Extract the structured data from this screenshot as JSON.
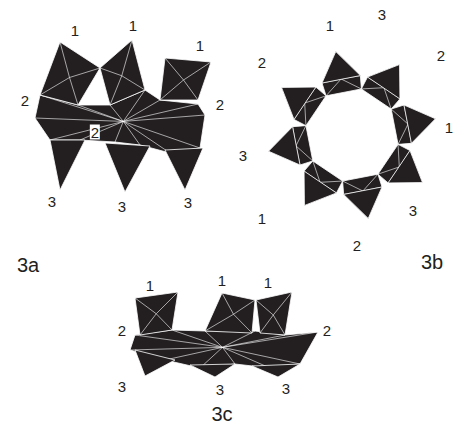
{
  "diagram": {
    "labels": [
      "1",
      "1",
      "1",
      "2",
      "2",
      "2",
      "3",
      "3",
      "3",
      "3a",
      "1",
      "3",
      "2",
      "2",
      "3",
      "1",
      "1",
      "3",
      "2",
      "3b",
      "1",
      "1",
      "1",
      "2",
      "2",
      "3",
      "3",
      "3",
      "3c"
    ]
  }
}
